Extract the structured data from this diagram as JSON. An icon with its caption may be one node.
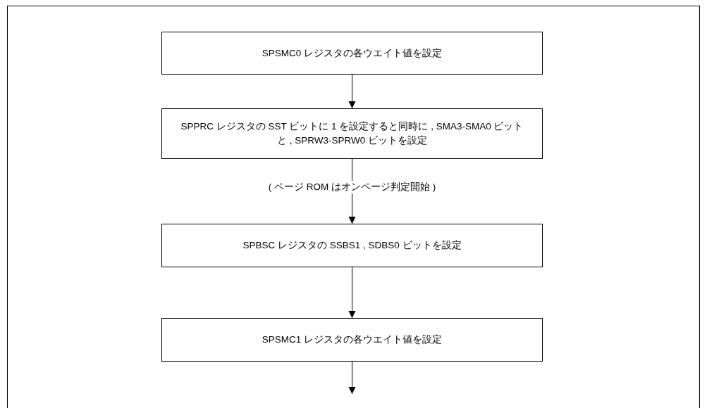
{
  "diagram": {
    "nodes": [
      {
        "text": [
          "SPSMC0 レジスタの各ウエイト値を設定"
        ]
      },
      {
        "text": [
          "SPPRC レジスタの SST ビットに 1 を設定すると同時に , SMA3-SMA0 ビットと , SPRW3-SPRW0 ビットを設定"
        ]
      },
      {
        "text": [
          "SPBSC レジスタの SSBS1 , SDBS0 ビットを設定"
        ]
      },
      {
        "text": [
          "SPSMC1 レジスタの各ウエイト値を設定"
        ]
      }
    ],
    "edges": [
      {
        "from": 0,
        "to": 1,
        "arrow": "to"
      },
      {
        "from": 1,
        "to": 2,
        "arrow": "to",
        "label": "( ページ ROM はオンページ判定開始 )"
      },
      {
        "from": 2,
        "to": 3,
        "arrow": "to"
      },
      {
        "from": 3,
        "to": null,
        "arrow": "to"
      }
    ]
  }
}
